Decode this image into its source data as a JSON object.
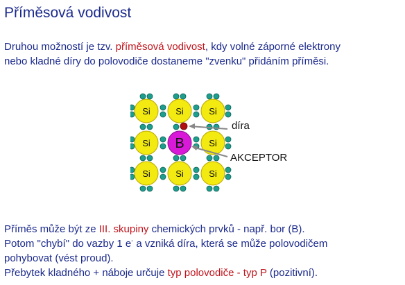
{
  "title": "Příměsová vodivost",
  "intro": {
    "line1_prefix": "Druhou možností je tzv. ",
    "line1_term": "příměsová vodivost",
    "line1_suffix": ", kdy volné záporné elektrony",
    "line2": "nebo kladné díry do polovodiče dostaneme \"zvenku\" přidáním příměsi."
  },
  "diagram": {
    "silicon_label": "Si",
    "boron_label": "B",
    "hole_label": "díra",
    "acceptor_label": "AKCEPTOR",
    "colors": {
      "silicon": "#f2ea10",
      "boron": "#d81ad8",
      "electron": "#1e9e8e",
      "hole": "#b01010",
      "arrow": "#888888",
      "label": "#111111"
    }
  },
  "body": {
    "l1_prefix": "Příměs může být ze ",
    "l1_term": "III. skupiny",
    "l1_suffix": " chemických prvků - např. bor (B).",
    "l2_prefix": "Potom \"chybí\" do vazby 1 e",
    "l2_sup": "-",
    "l2_suffix": " a vzniká díra, která se může polovodičem",
    "l3": "pohybovat (vést proud).",
    "l4_prefix": "Přebytek kladného + náboje určuje ",
    "l4_term": "typ polovodiče - typ P",
    "l4_suffix": " (pozitivní)."
  }
}
